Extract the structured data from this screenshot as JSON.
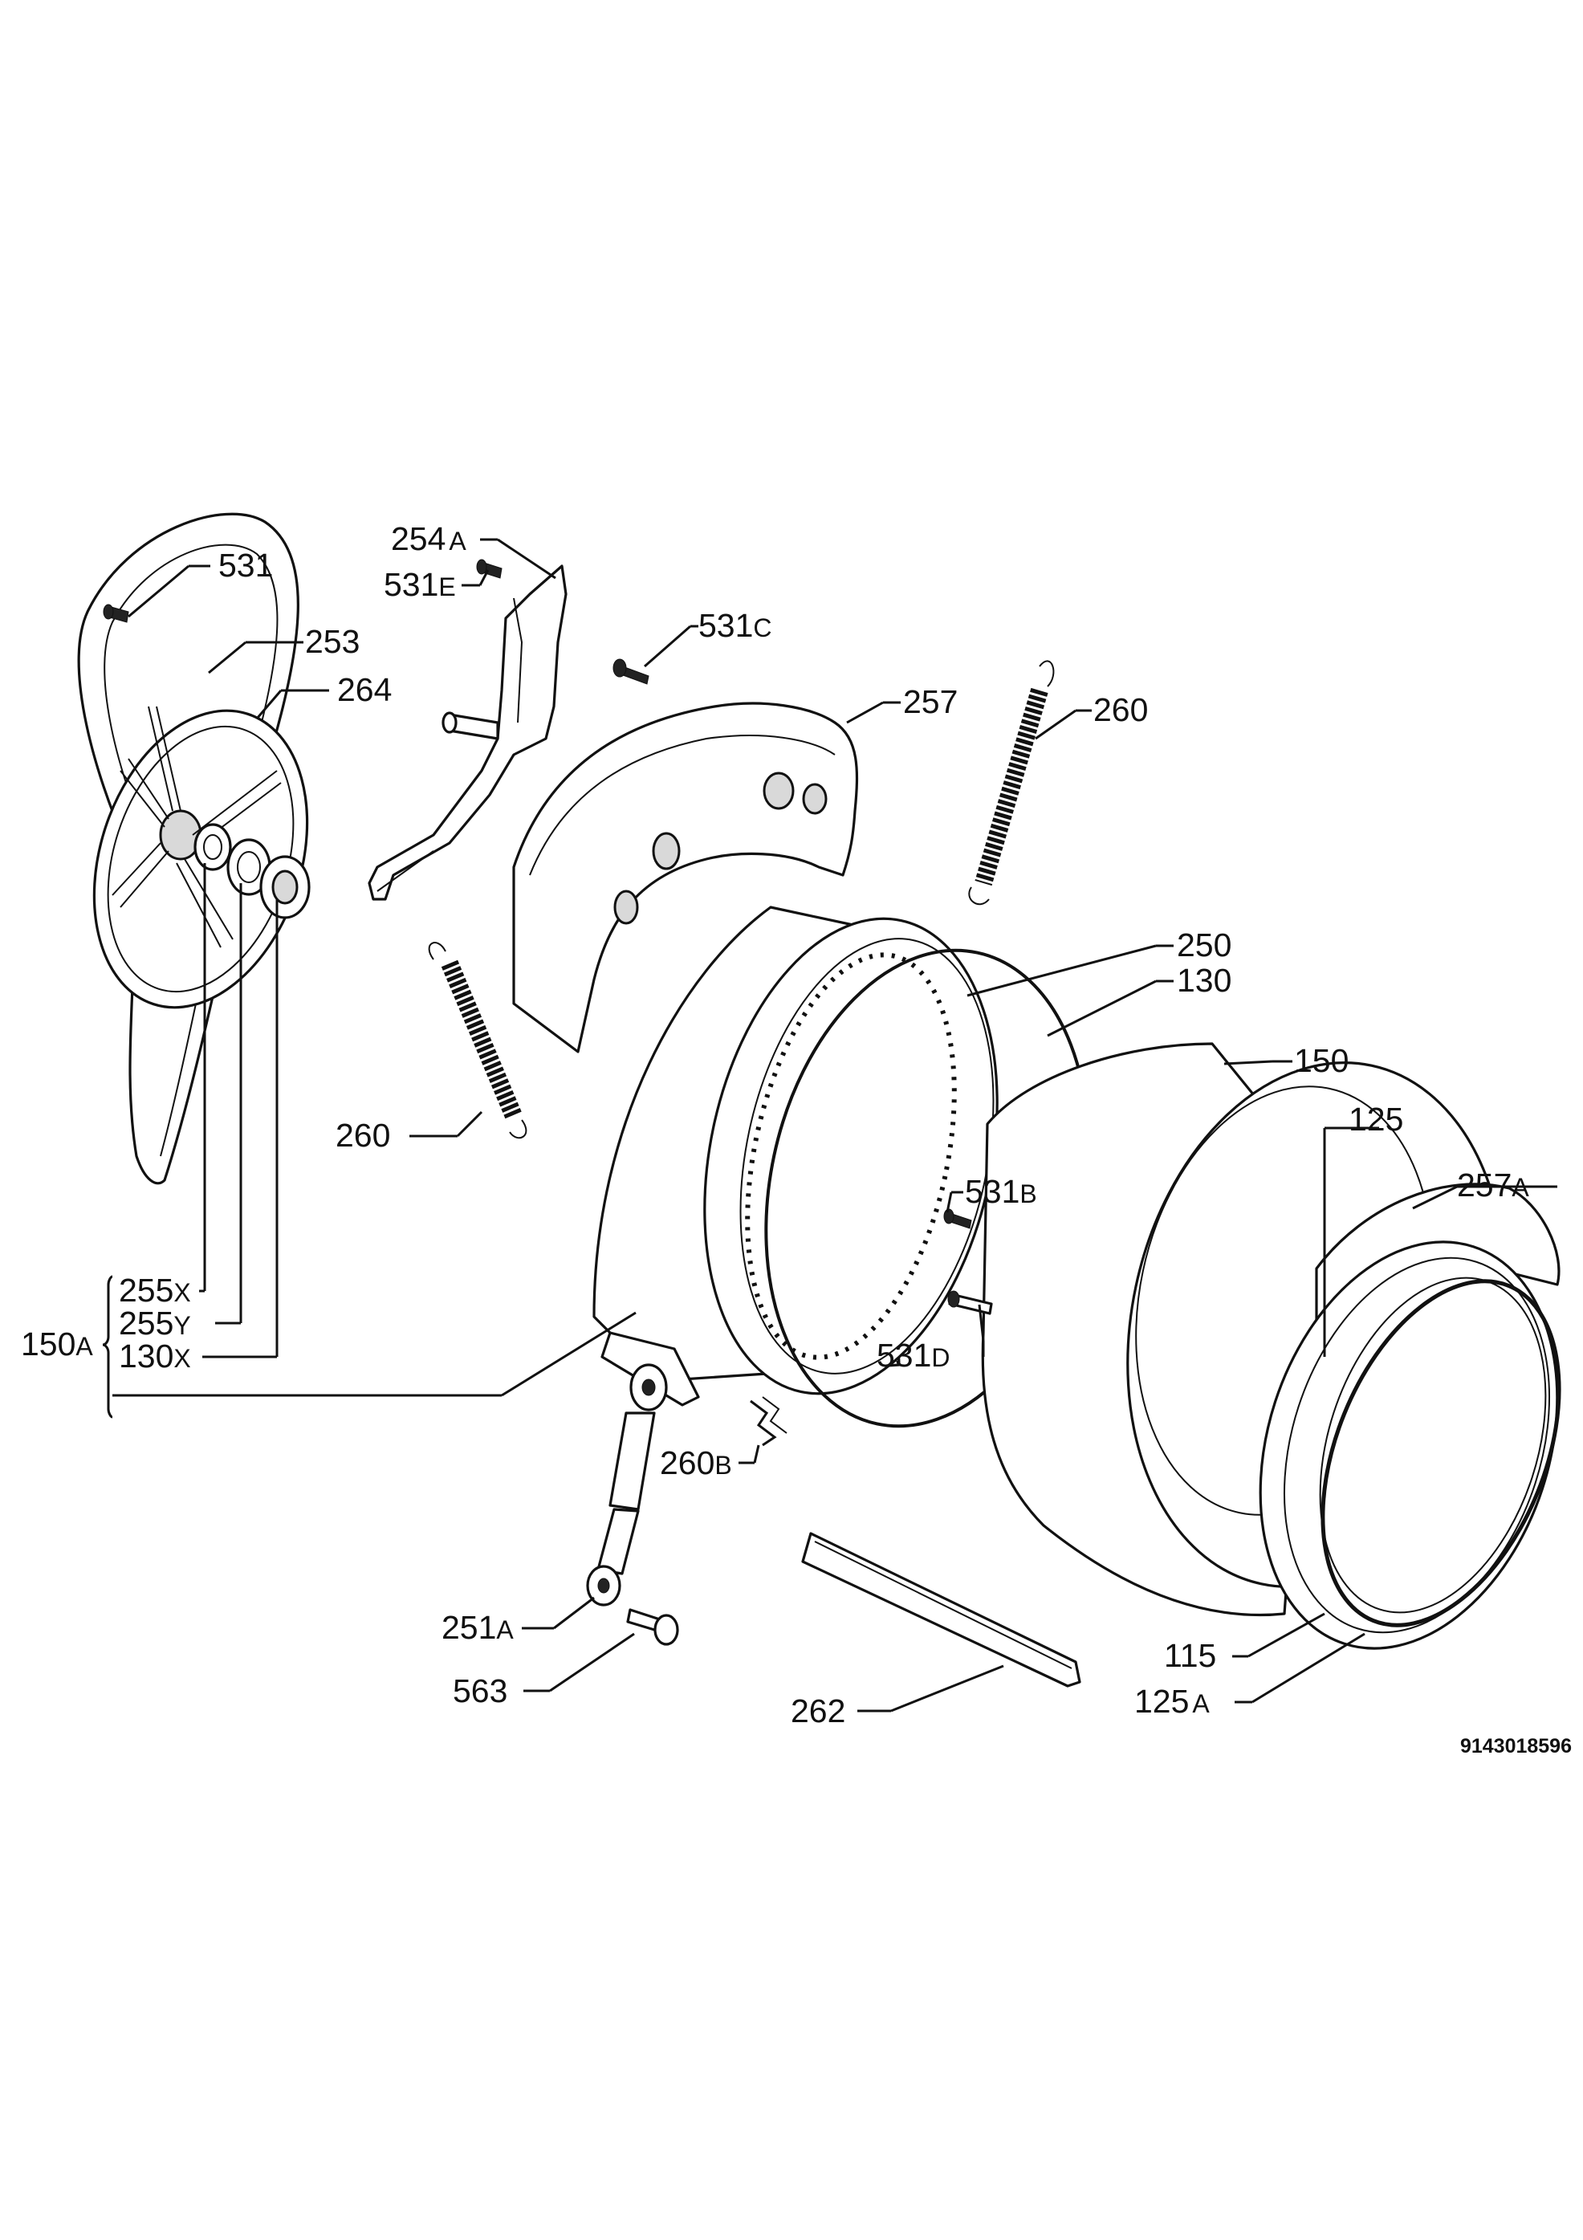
{
  "document_id": "9143018596",
  "callouts": {
    "c531": {
      "num": "531",
      "sfx": ""
    },
    "c254a": {
      "num": "254",
      "sfx": "A"
    },
    "c531e": {
      "num": "531",
      "sfx": "E"
    },
    "c531c": {
      "num": "531",
      "sfx": "C"
    },
    "c253": {
      "num": "253",
      "sfx": ""
    },
    "c264": {
      "num": "264",
      "sfx": ""
    },
    "c257": {
      "num": "257",
      "sfx": ""
    },
    "c260_top": {
      "num": "260",
      "sfx": ""
    },
    "c250": {
      "num": "250",
      "sfx": ""
    },
    "c130": {
      "num": "130",
      "sfx": ""
    },
    "c150": {
      "num": "150",
      "sfx": ""
    },
    "c125": {
      "num": "125",
      "sfx": ""
    },
    "c260_left": {
      "num": "260",
      "sfx": ""
    },
    "c531b": {
      "num": "531",
      "sfx": "B"
    },
    "c257a": {
      "num": "257",
      "sfx": "A"
    },
    "c255x": {
      "num": "255",
      "sfx": "X"
    },
    "c255y": {
      "num": "255",
      "sfx": "Y"
    },
    "c130x": {
      "num": "130",
      "sfx": "X"
    },
    "c150a": {
      "num": "150",
      "sfx": "A"
    },
    "c531d": {
      "num": "531",
      "sfx": "D"
    },
    "c260b": {
      "num": "260",
      "sfx": "B"
    },
    "c251a": {
      "num": "251",
      "sfx": "A"
    },
    "c563": {
      "num": "563",
      "sfx": ""
    },
    "c262": {
      "num": "262",
      "sfx": ""
    },
    "c115": {
      "num": "115",
      "sfx": ""
    },
    "c125a": {
      "num": "125",
      "sfx": "A"
    }
  }
}
